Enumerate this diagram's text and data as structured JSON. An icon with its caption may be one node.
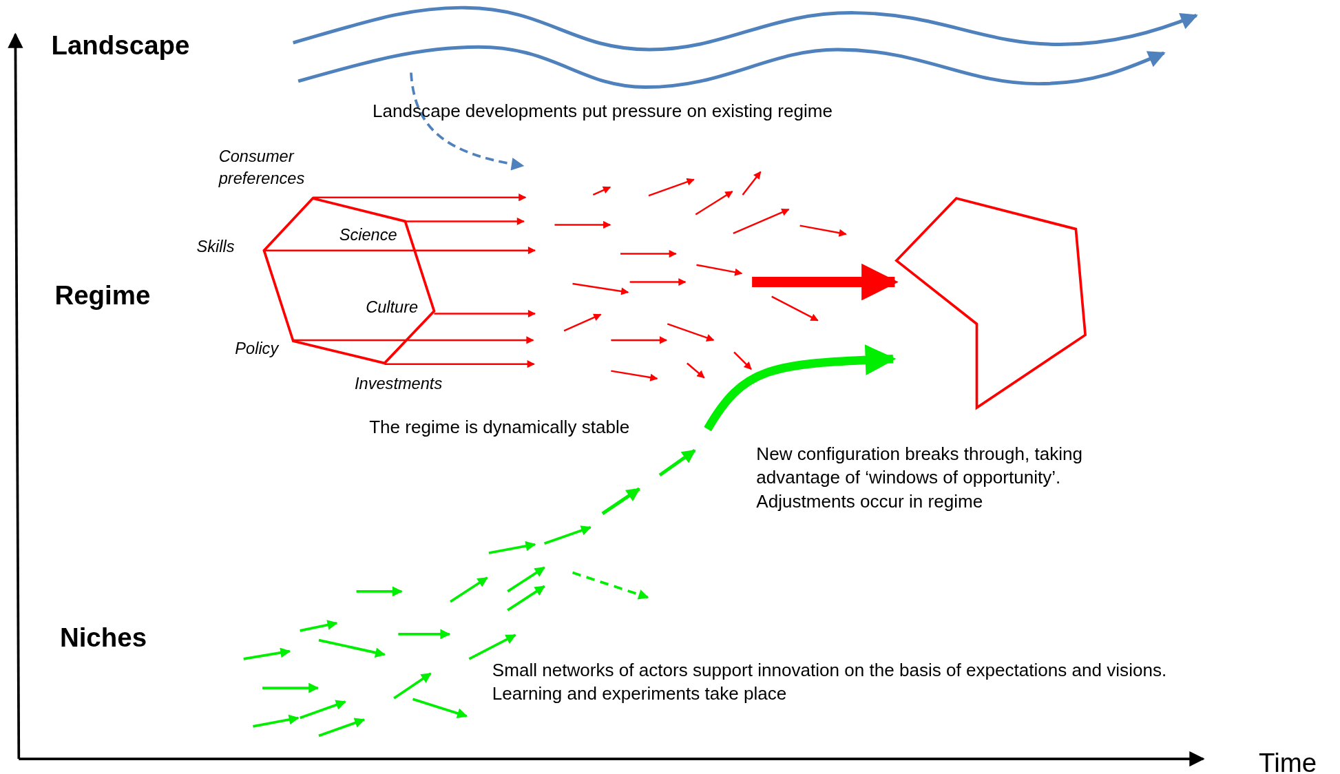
{
  "diagram": {
    "nodes": [
      {
        "text": [],
        "shape": "hexagon"
      },
      {
        "text": [],
        "shape": "pentagon"
      }
    ],
    "edges": [
      {
        "from": null,
        "to": 1,
        "arrow": "to",
        "color": "#ff0000"
      },
      {
        "from": null,
        "to": 1,
        "arrow": "to",
        "color": "#00ee00"
      }
    ],
    "labels": [
      "Landscape",
      "Landscape developments put pressure on existing regime",
      "Consumer preferences",
      "Skills",
      "Science",
      "Regime",
      "Culture",
      "Policy",
      "Investments",
      "The regime is dynamically stable",
      "New configuration breaks through, taking advantage of ‘windows of opportunity’. Adjustments occur in regime",
      "Niches",
      "Small networks of actors support innovation on the basis of expectations and visions. Learning and experiments take place",
      "Time"
    ]
  }
}
